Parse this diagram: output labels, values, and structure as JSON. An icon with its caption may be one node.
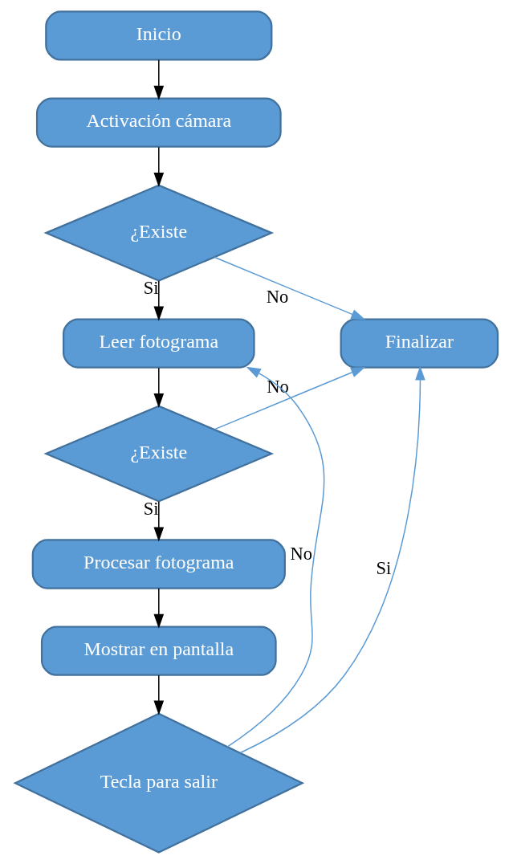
{
  "diagram": {
    "nodes": [
      {
        "text": [
          "Inicio"
        ]
      },
      {
        "text": [
          "Activación cámara"
        ]
      },
      {
        "text": [
          "¿Existe"
        ]
      },
      {
        "text": [
          "Leer fotograma"
        ]
      },
      {
        "text": [
          "Finalizar"
        ]
      },
      {
        "text": [
          "¿Existe"
        ]
      },
      {
        "text": [
          "Procesar fotograma"
        ]
      },
      {
        "text": [
          "Mostrar en pantalla"
        ]
      },
      {
        "text": [
          "Tecla para salir"
        ]
      }
    ],
    "edges": [
      {
        "from": 0,
        "to": 1,
        "arrow": "to"
      },
      {
        "from": 1,
        "to": 2,
        "arrow": "to"
      },
      {
        "from": 2,
        "to": 3,
        "arrow": "to",
        "label": "Si"
      },
      {
        "from": 2,
        "to": 4,
        "arrow": "to",
        "label": "No",
        "color": "#5b9bd5"
      },
      {
        "from": 3,
        "to": 5,
        "arrow": "to"
      },
      {
        "from": 5,
        "to": 4,
        "arrow": "to",
        "label": "No",
        "color": "#5b9bd5"
      },
      {
        "from": 5,
        "to": 6,
        "arrow": "to",
        "label": "Si"
      },
      {
        "from": 6,
        "to": 7,
        "arrow": "to"
      },
      {
        "from": 7,
        "to": 8,
        "arrow": "to"
      },
      {
        "from": 8,
        "to": 4,
        "arrow": "to",
        "label": "Si",
        "color": "#5b9bd5"
      },
      {
        "from": 8,
        "to": 3,
        "arrow": "to",
        "label": "No",
        "color": "#5b9bd5"
      }
    ]
  }
}
